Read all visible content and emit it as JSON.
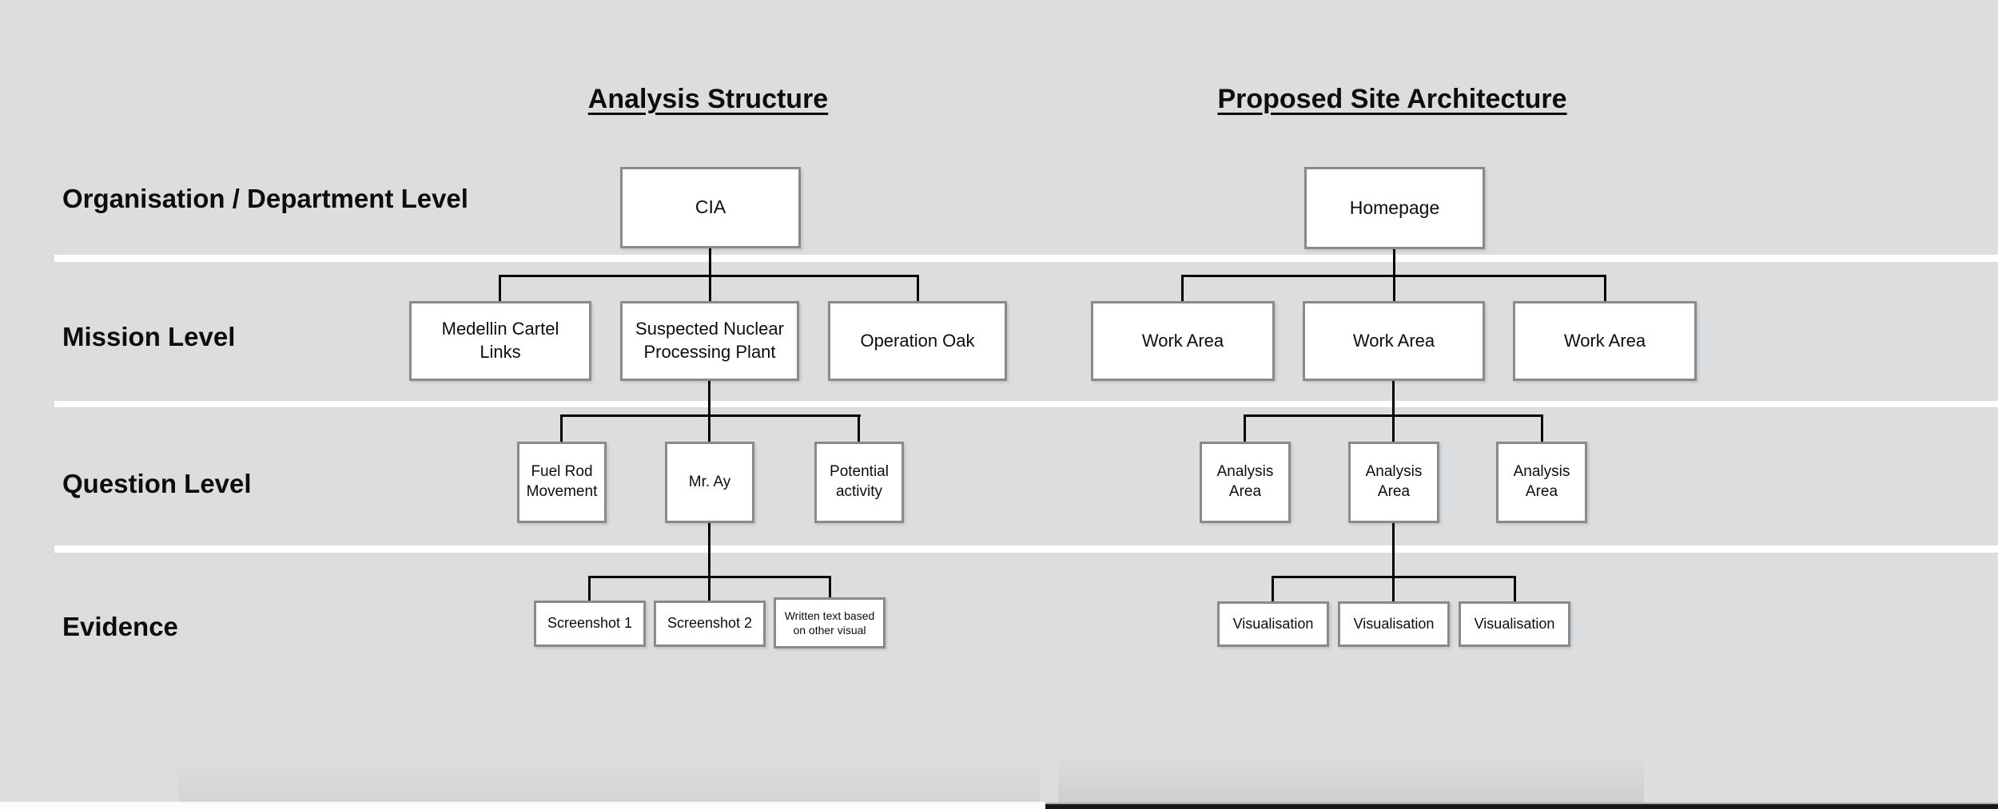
{
  "titles": {
    "left": "Analysis Structure",
    "right": "Proposed Site Architecture"
  },
  "row_labels": {
    "organisation": "Organisation / Department Level",
    "mission": "Mission Level",
    "question": "Question Level",
    "evidence": "Evidence"
  },
  "analysis_structure": {
    "root": "CIA",
    "mission": [
      "Medellin Cartel\nLinks",
      "Suspected Nuclear\nProcessing Plant",
      "Operation Oak"
    ],
    "question": [
      "Fuel Rod\nMovement",
      "Mr. Ay",
      "Potential\nactivity"
    ],
    "evidence": [
      "Screenshot 1",
      "Screenshot 2",
      "Written text based\non other visual"
    ]
  },
  "site_architecture": {
    "root": "Homepage",
    "mission": [
      "Work Area",
      "Work Area",
      "Work Area"
    ],
    "question": [
      "Analysis\nArea",
      "Analysis\nArea",
      "Analysis\nArea"
    ],
    "evidence": [
      "Visualisation",
      "Visualisation",
      "Visualisation"
    ]
  },
  "colors": {
    "background": "#dcddde",
    "node_fill": "#ffffff",
    "node_border": "#888a8c",
    "connector": "#000000",
    "row_divider": "#ffffff",
    "text": "#0d0d0d",
    "bottom_edge_dark": "#161616",
    "bottom_edge_light": "#fcfcfc"
  }
}
